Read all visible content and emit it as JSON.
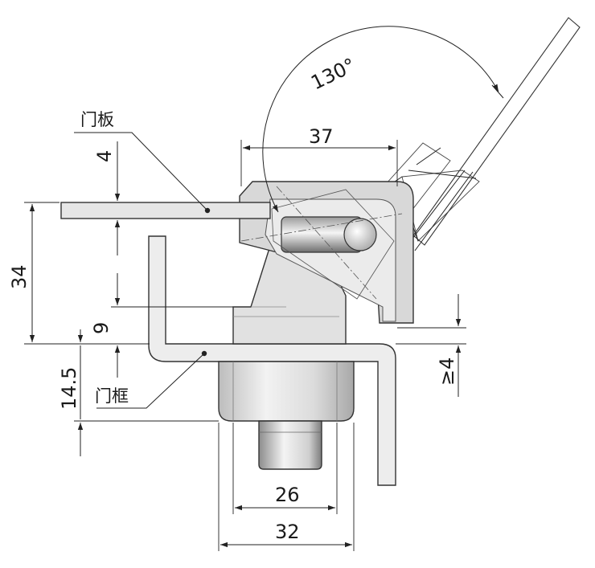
{
  "labels": {
    "door_panel": "门板",
    "door_frame": "门框"
  },
  "dimensions": {
    "open_angle": "130°",
    "width_top": "37",
    "panel_thickness": "4",
    "overall_height": "34",
    "offset": "9",
    "frame_depth": "14.5",
    "min_gap": "≥4",
    "body_width": "26",
    "flange_width": "32"
  },
  "colors": {
    "line": "#222222",
    "fill_light": "#ededed",
    "fill_mid": "#d4d4d4",
    "fill_dark": "#9a9a9a"
  }
}
